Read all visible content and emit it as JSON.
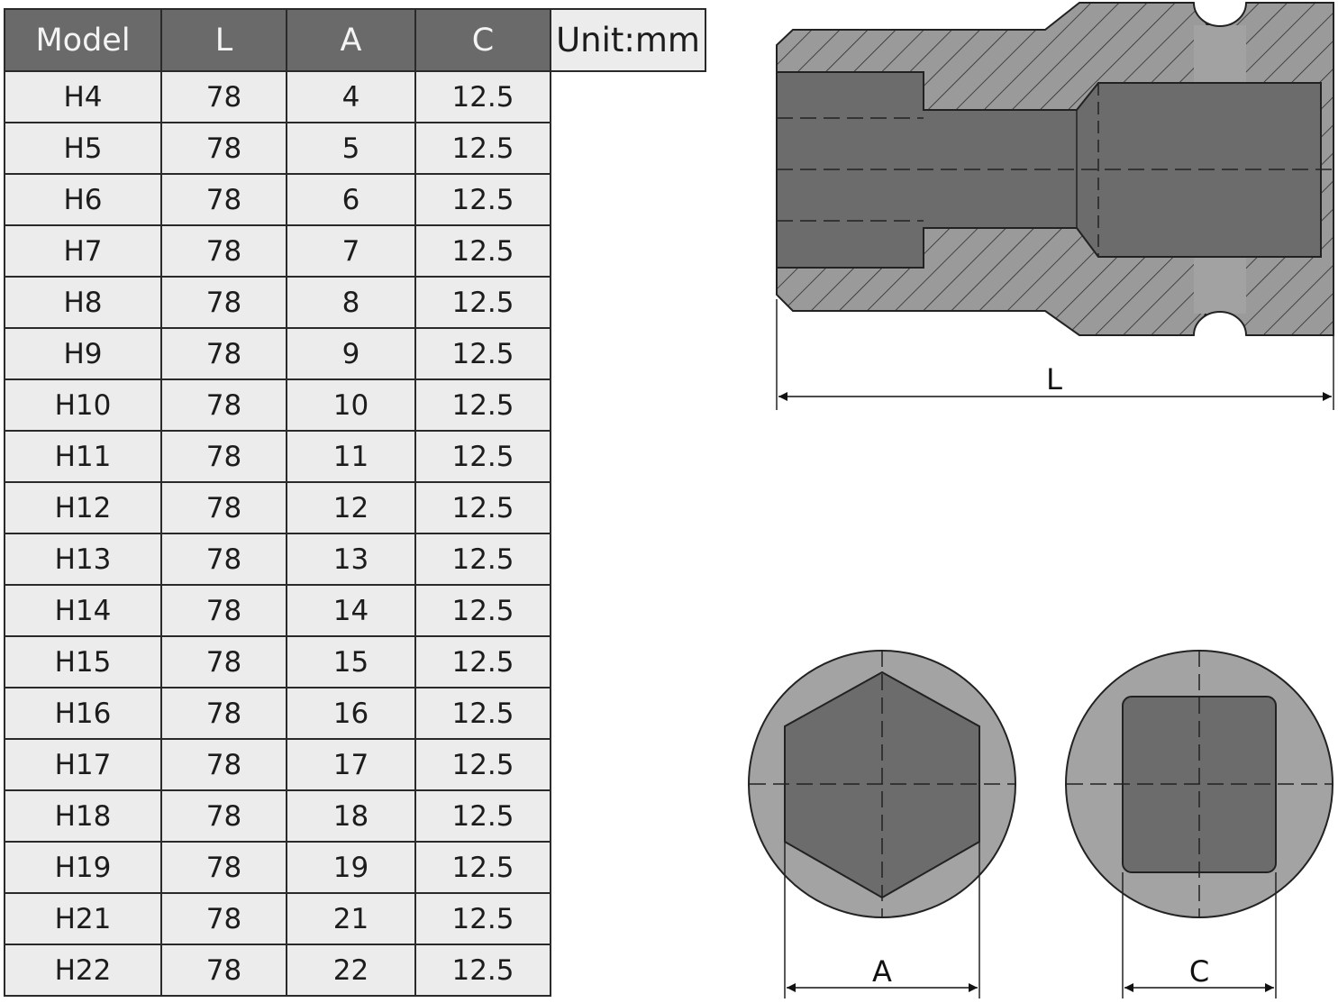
{
  "table": {
    "headers": [
      "Model",
      "L",
      "A",
      "C"
    ],
    "unit_note": "Unit:mm",
    "rows": [
      [
        "H4",
        "78",
        "4",
        "12.5"
      ],
      [
        "H5",
        "78",
        "5",
        "12.5"
      ],
      [
        "H6",
        "78",
        "6",
        "12.5"
      ],
      [
        "H7",
        "78",
        "7",
        "12.5"
      ],
      [
        "H8",
        "78",
        "8",
        "12.5"
      ],
      [
        "H9",
        "78",
        "9",
        "12.5"
      ],
      [
        "H10",
        "78",
        "10",
        "12.5"
      ],
      [
        "H11",
        "78",
        "11",
        "12.5"
      ],
      [
        "H12",
        "78",
        "12",
        "12.5"
      ],
      [
        "H13",
        "78",
        "13",
        "12.5"
      ],
      [
        "H14",
        "78",
        "14",
        "12.5"
      ],
      [
        "H15",
        "78",
        "15",
        "12.5"
      ],
      [
        "H16",
        "78",
        "16",
        "12.5"
      ],
      [
        "H17",
        "78",
        "17",
        "12.5"
      ],
      [
        "H18",
        "78",
        "18",
        "12.5"
      ],
      [
        "H19",
        "78",
        "19",
        "12.5"
      ],
      [
        "H21",
        "78",
        "21",
        "12.5"
      ],
      [
        "H22",
        "78",
        "22",
        "12.5"
      ]
    ]
  },
  "diagram": {
    "length_label": "L",
    "hex_label": "A",
    "square_label": "C"
  },
  "colors": {
    "header_bg": "#6a6a6a",
    "cell_bg": "#ececec",
    "body_fill": "#9a9a9a",
    "bore_fill": "#6c6c6c"
  }
}
